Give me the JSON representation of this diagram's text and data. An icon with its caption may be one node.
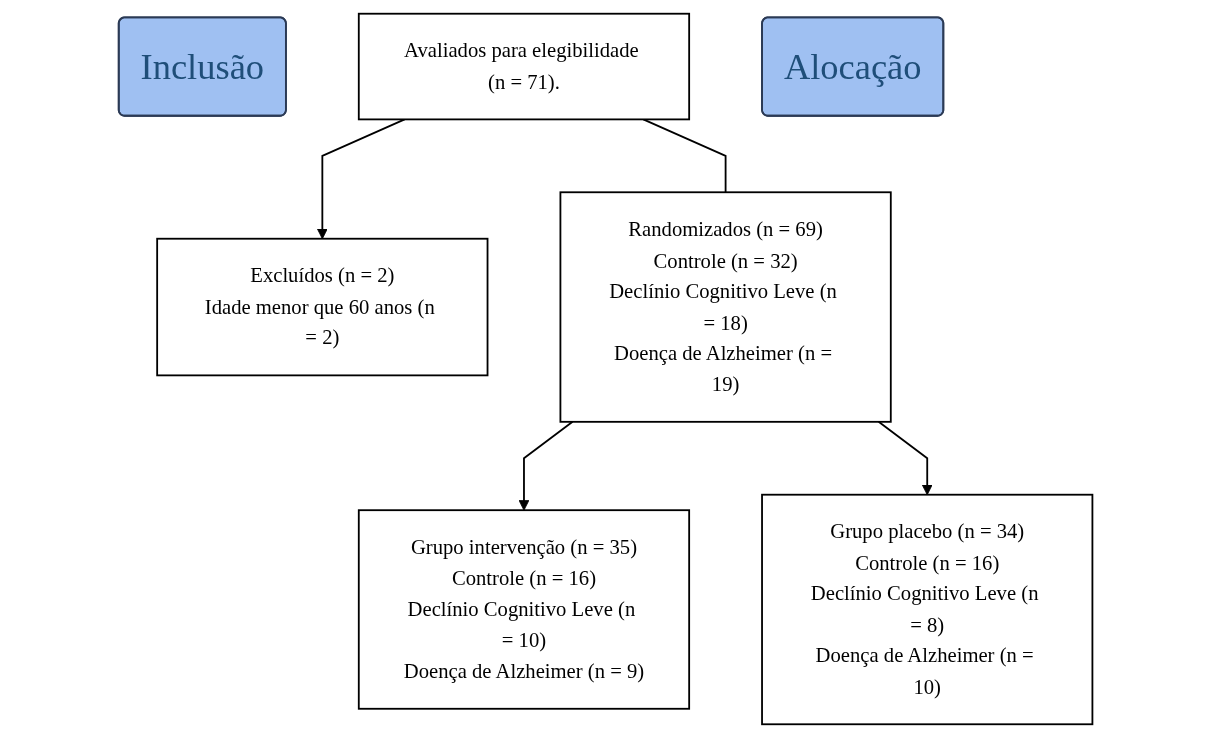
{
  "diagram": {
    "nodes": [
      {
        "text": [
          "Inclusão"
        ]
      },
      {
        "text": [
          "Avaliados para elegibilidade (n = 71)."
        ]
      },
      {
        "text": [
          "Excluídos (n = 2)",
          "Idade menor que 60 anos (n = 2)"
        ]
      },
      {
        "text": [
          "Randomizados (n = 69)",
          "Controle (n = 32)",
          "Declínio Cognitivo Leve (n = 18)",
          "Doença de Alzheimer (n = 19)"
        ]
      },
      {
        "text": [
          "Alocação"
        ]
      },
      {
        "text": [
          "Grupo intervenção (n = 35)",
          "Controle (n = 16)",
          "Declínio Cognitivo Leve (n = 10)",
          "Doença de Alzheimer (n = 9)"
        ]
      },
      {
        "text": [
          "Grupo placebo (n = 34)",
          "Controle (n = 16)",
          "Declínio Cognitivo Leve (n = 8)",
          "Doença de Alzheimer (n = 10)"
        ]
      }
    ],
    "edges": [
      {
        "from": 1,
        "to": 3,
        "arrow": "none"
      },
      {
        "from": 1,
        "to": 2,
        "arrow": "to"
      },
      {
        "from": 3,
        "to": 5,
        "arrow": "to"
      },
      {
        "from": 3,
        "to": 6,
        "arrow": "to"
      }
    ]
  }
}
